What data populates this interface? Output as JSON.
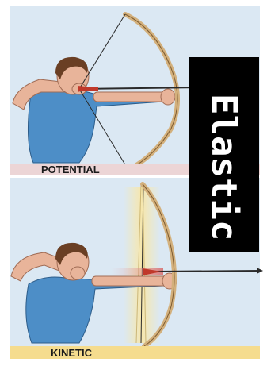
{
  "labels": {
    "potential": "POTENTIAL",
    "kinetic": "KINETIC",
    "side_title": "Elastic"
  },
  "colors": {
    "panel_bg": "#dbe8f3",
    "potential_band": "#ecd5d6",
    "kinetic_band": "#f5dc8e",
    "side_box": "#000000",
    "side_text": "#ffffff",
    "bow": "#d3b07c",
    "shirt": "#4d8ec7",
    "skin": "#e8b49a",
    "hair": "#6a3f24",
    "arrow": "#c0392b",
    "glow": "#f8e7a9"
  }
}
